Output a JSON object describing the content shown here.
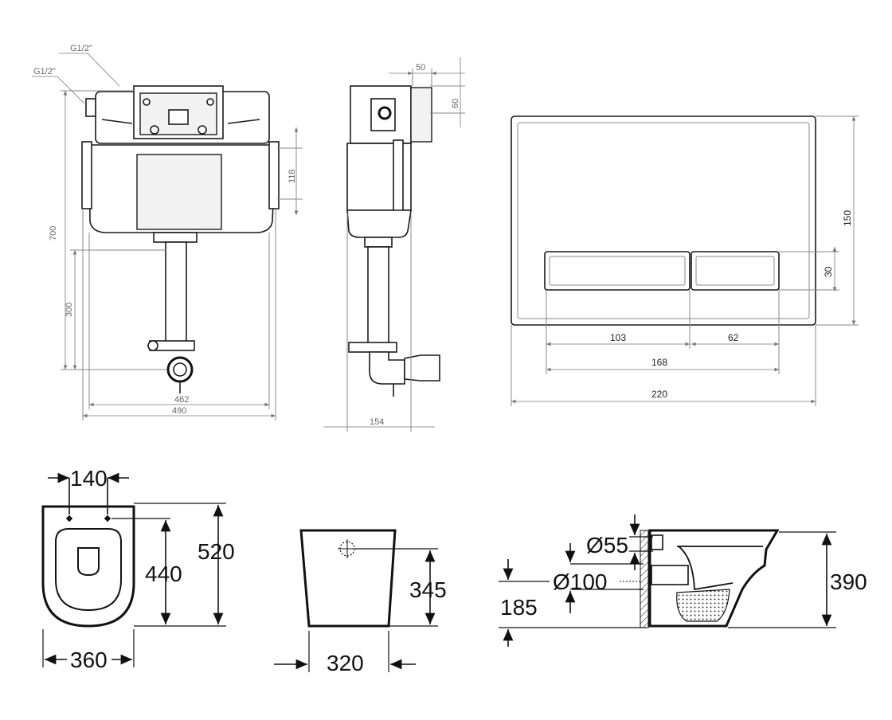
{
  "cistern_front": {
    "inlet_label_top": "G1/2\"",
    "inlet_label_side": "G1/2\"",
    "dim_height_total": "700",
    "dim_height_outlet": "300",
    "dim_width_inner": "462",
    "dim_width_outer": "490"
  },
  "cistern_side": {
    "dim_depth_top": "50",
    "dim_inlet_height": "60",
    "dim_bracket": "118",
    "dim_depth": "154"
  },
  "flush_plate": {
    "dim_height": "150",
    "dim_button_height": "30",
    "dim_left_button": "103",
    "dim_right_button": "62",
    "dim_buttons_total": "168",
    "dim_width": "220"
  },
  "toilet_top": {
    "dim_hole_spacing": "140",
    "dim_length": "520",
    "dim_hole_to_front": "440",
    "dim_width": "360"
  },
  "toilet_front": {
    "dim_height": "345",
    "dim_width": "320"
  },
  "toilet_side": {
    "dim_inlet_diameter": "Ø55",
    "dim_outlet_diameter": "Ø100",
    "dim_outlet_height": "185",
    "dim_height": "390"
  }
}
